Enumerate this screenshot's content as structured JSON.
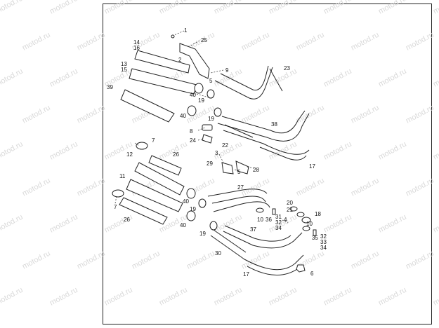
{
  "watermark": {
    "text": "motod.ru",
    "color": "#d9d9d9"
  },
  "diagram": {
    "callouts": [
      "1",
      "25",
      "14",
      "16",
      "2",
      "9",
      "23",
      "13",
      "15",
      "5",
      "39",
      "40",
      "19",
      "19",
      "40",
      "38",
      "8",
      "24",
      "22",
      "17",
      "7",
      "26",
      "12",
      "3",
      "29",
      "5",
      "28",
      "11",
      "27",
      "40",
      "19",
      "7",
      "26",
      "40",
      "19",
      "20",
      "21",
      "18",
      "10",
      "36",
      "31",
      "32",
      "34",
      "4",
      "10",
      "35",
      "32",
      "33",
      "34",
      "37",
      "30",
      "6",
      "17"
    ]
  }
}
